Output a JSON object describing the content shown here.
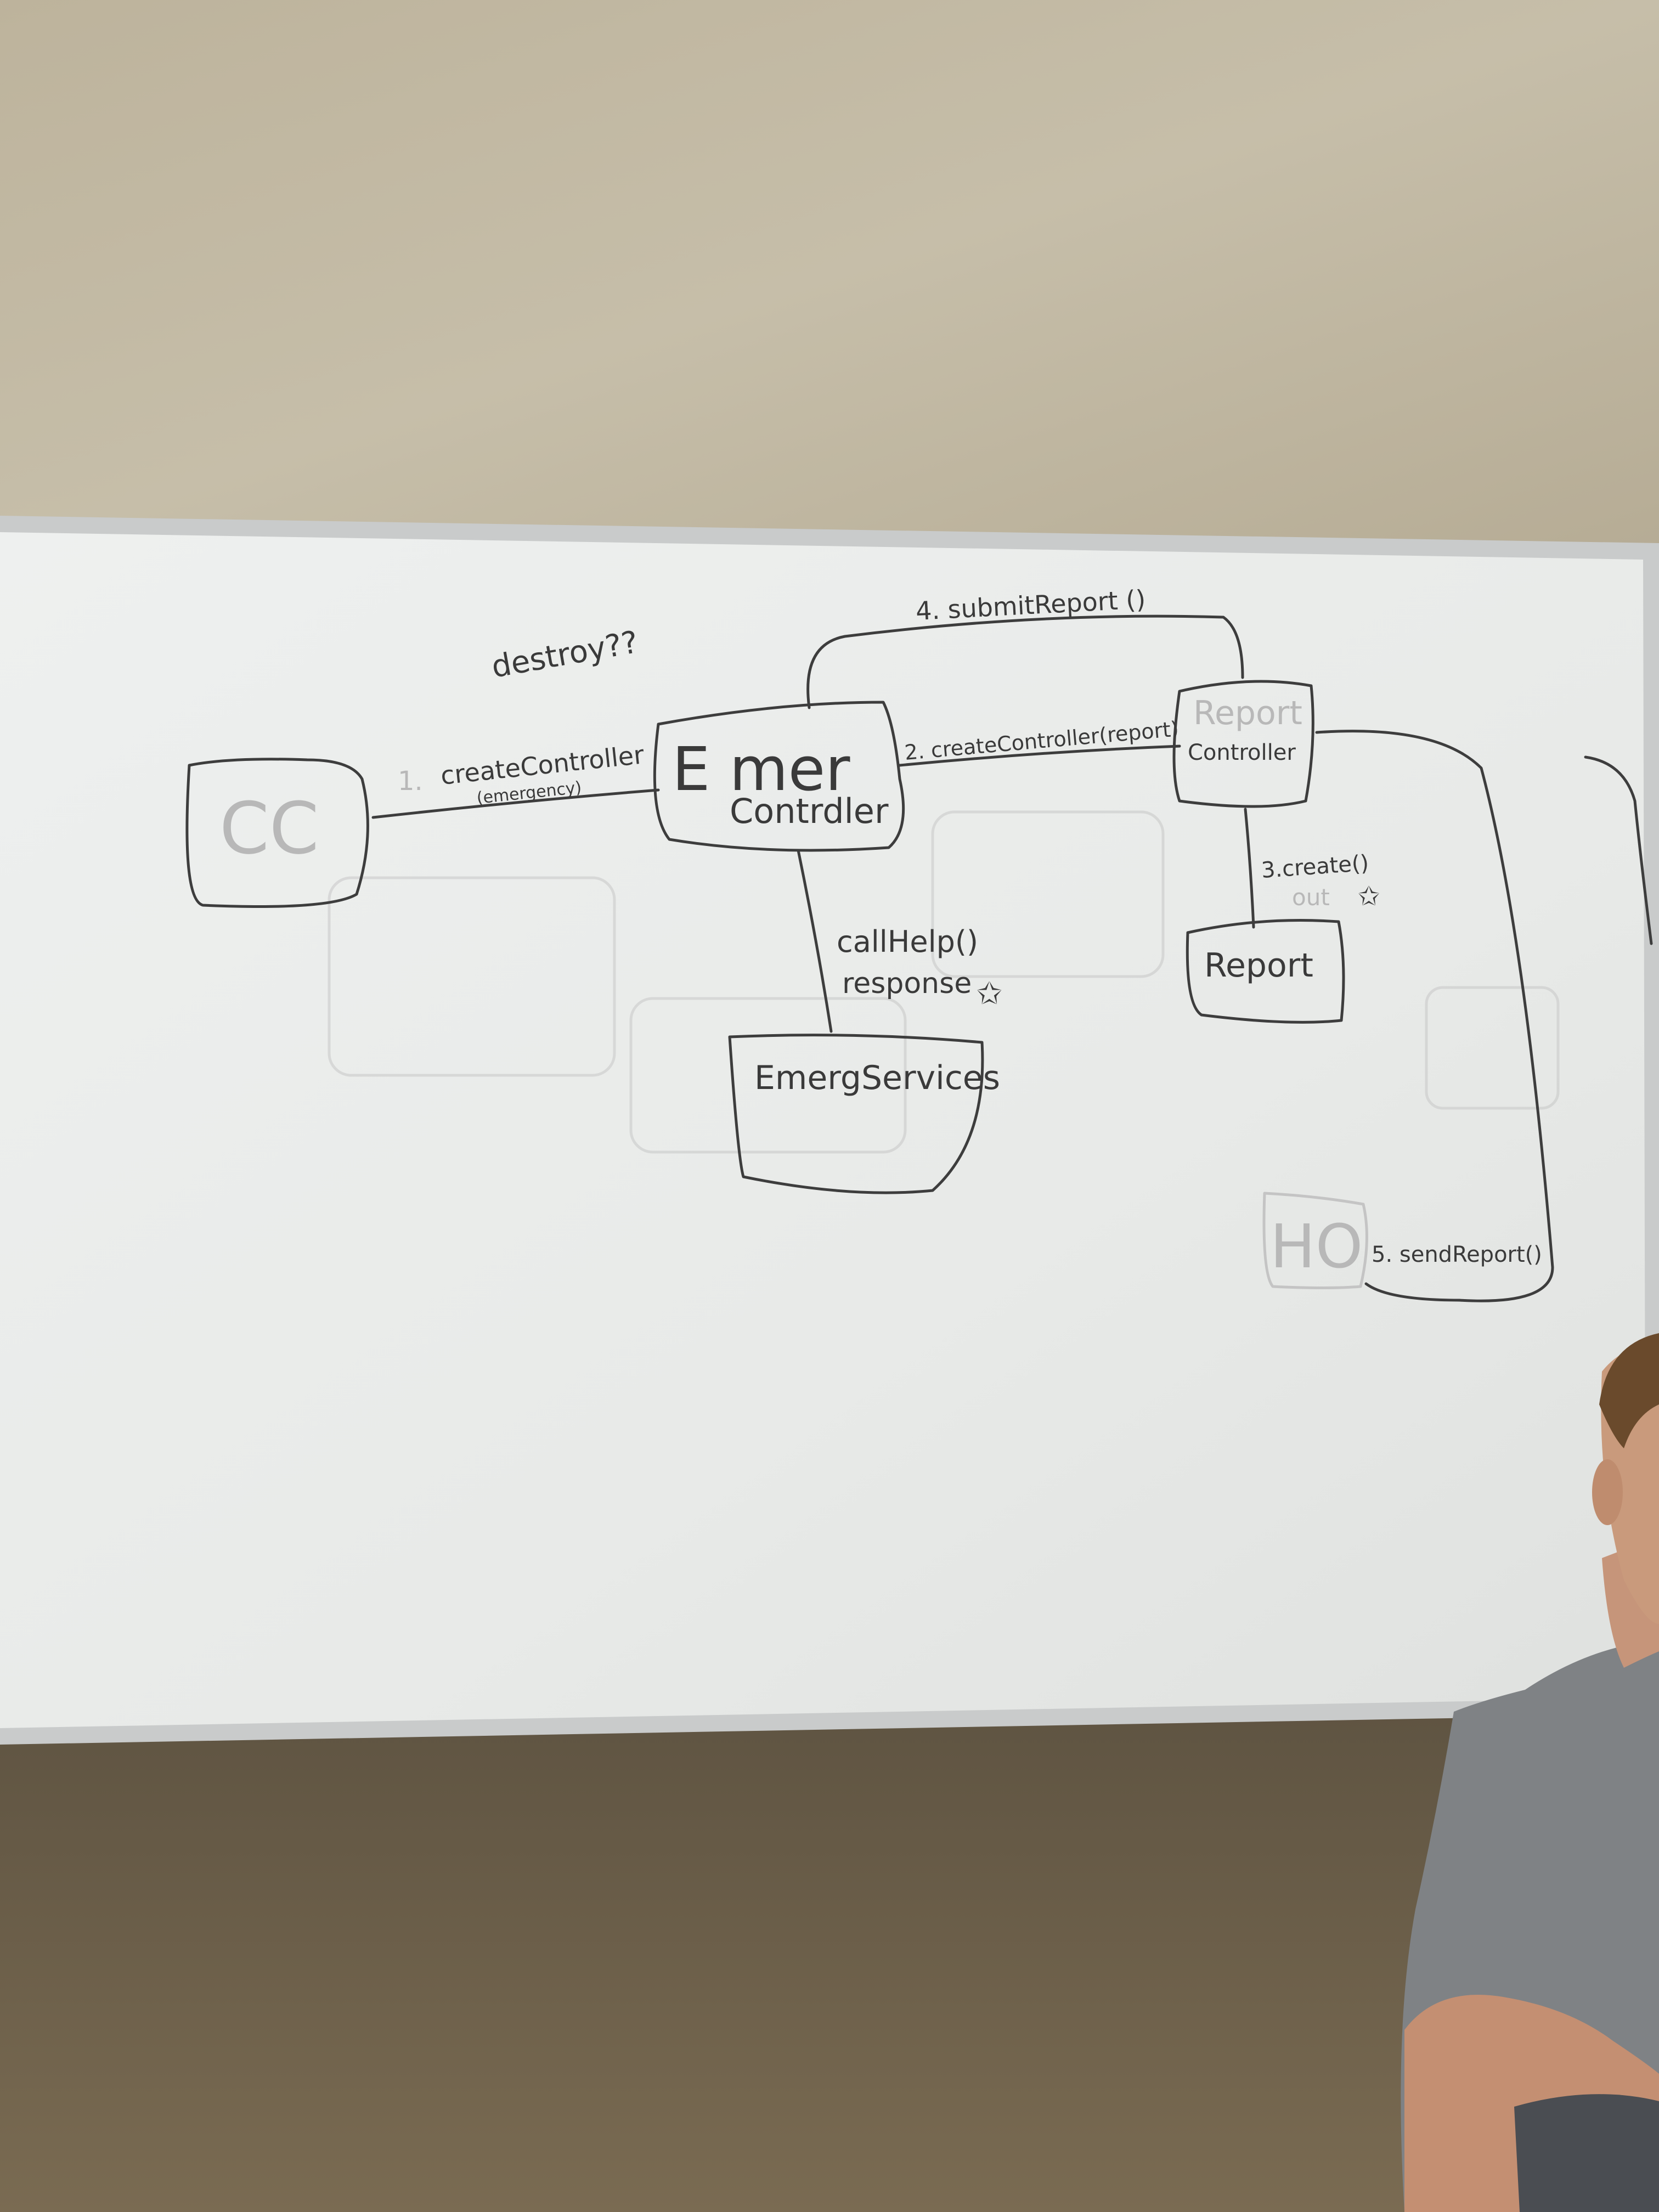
{
  "whiteboard": {
    "nodes": {
      "cc": "CC",
      "emer_controller_line1": "E  mer",
      "emer_controller_line2": "Contrdler",
      "report_controller_line1": "Report",
      "report_controller_line2": "Controller",
      "report": "Report",
      "emerg_services": "EmergServices",
      "ho": "HO"
    },
    "edge_labels": {
      "create_controller": "createController",
      "create_controller_arg": "(emergency)",
      "step1": "1.",
      "create_controller_report": "2. createController(report)",
      "create": "3.create()",
      "create_out": "out",
      "submit_report": "4. submitReport ()",
      "send_report": "5. sendReport()",
      "call_help": "callHelp()",
      "response": "response"
    },
    "notes": {
      "destroy": "destroy??"
    }
  },
  "colors": {
    "wall_top": "#bfb6a2",
    "wall_bottom": "#6b5e48",
    "board": "#ecedeb",
    "frame": "#c9cbcb",
    "ink": "#3a3a3a",
    "shirt": "#7f8285",
    "skin": "#c99a7c",
    "hair": "#6a4a2c"
  }
}
